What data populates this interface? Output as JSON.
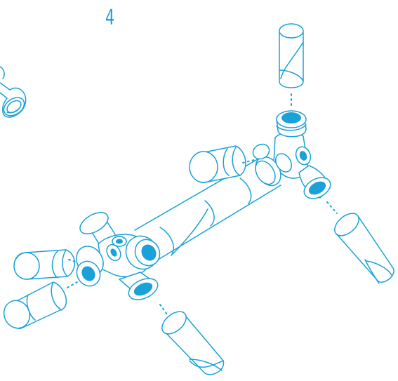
{
  "step": {
    "number": "4"
  },
  "colors": {
    "line": "#1aa1d8",
    "fill": "#1aa1d8",
    "background": "#ffffff"
  },
  "parts": [
    "connector-hub",
    "cardboard-tube"
  ]
}
